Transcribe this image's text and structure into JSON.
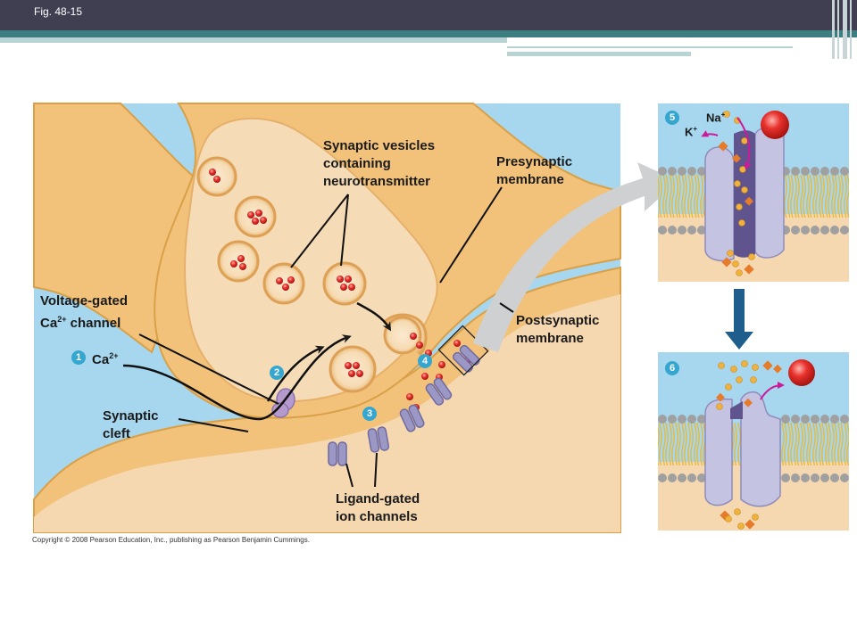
{
  "header": {
    "figure_label": "Fig. 48-15"
  },
  "labels": {
    "synaptic_vesicles": "Synaptic vesicles containing neurotransmitter",
    "presynaptic_membrane": "Presynaptic membrane",
    "voltage_gated_channel": "Voltage-gated",
    "voltage_gated_channel_line2": "channel",
    "ca_ion": "Ca",
    "ca_charge": "2+",
    "postsynaptic_membrane": "Postsynaptic membrane",
    "synaptic_cleft": "Synaptic cleft",
    "ligand_gated_channels": "Ligand-gated ion channels",
    "na_ion": "Na",
    "na_charge": "+",
    "k_ion": "K",
    "k_charge": "+"
  },
  "steps": [
    "1",
    "2",
    "3",
    "4",
    "5",
    "6"
  ],
  "copyright": "Copyright © 2008 Pearson Education, Inc., publishing as Pearson Benjamin Cummings.",
  "colors": {
    "background_blue": "#a7d7ee",
    "neuron_tan": "#f2c27b",
    "neuron_edge": "#dba24b",
    "cytoplasm": "#f5dcb6",
    "channel_purple": "#9c98c6",
    "neurotransmitter_red": "#e0302c",
    "step_badge": "#35a6cf",
    "arrow_navy": "#1f5e8c",
    "arrow_gray": "#cfd0d1"
  }
}
